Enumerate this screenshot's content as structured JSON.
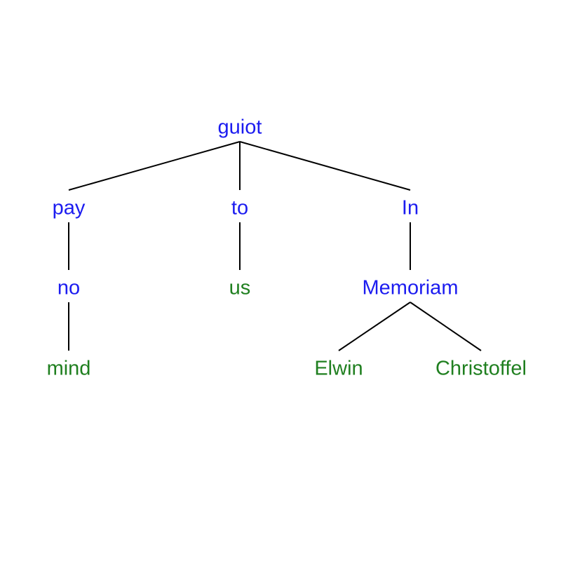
{
  "tree": {
    "colors": {
      "internal": "#1c1cf0",
      "leaf": "#1f7f1f",
      "edge": "#000000"
    },
    "nodes": [
      {
        "id": "n-guiot",
        "label": "guiot",
        "kind": "internal"
      },
      {
        "id": "n-pay",
        "label": "pay",
        "kind": "internal",
        "parent": "n-guiot"
      },
      {
        "id": "n-to",
        "label": "to",
        "kind": "internal",
        "parent": "n-guiot"
      },
      {
        "id": "n-in",
        "label": "In",
        "kind": "internal",
        "parent": "n-guiot"
      },
      {
        "id": "n-no",
        "label": "no",
        "kind": "internal",
        "parent": "n-pay"
      },
      {
        "id": "n-us",
        "label": "us",
        "kind": "leaf",
        "parent": "n-to"
      },
      {
        "id": "n-memoriam",
        "label": "Memoriam",
        "kind": "internal",
        "parent": "n-in"
      },
      {
        "id": "n-mind",
        "label": "mind",
        "kind": "leaf",
        "parent": "n-no"
      },
      {
        "id": "n-elwin",
        "label": "Elwin",
        "kind": "leaf",
        "parent": "n-memoriam"
      },
      {
        "id": "n-christoffel",
        "label": "Christoffel",
        "kind": "leaf",
        "parent": "n-memoriam"
      }
    ]
  }
}
